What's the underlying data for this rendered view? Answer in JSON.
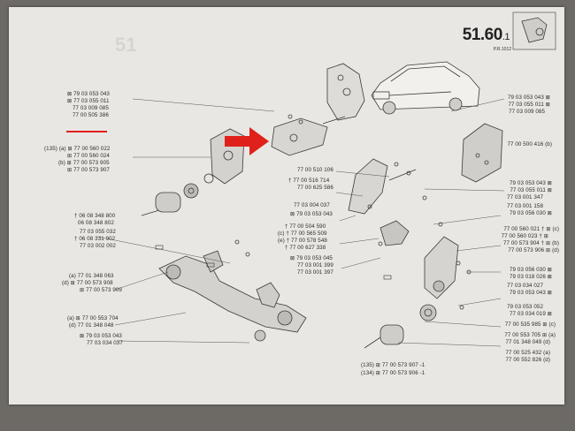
{
  "page": {
    "number_main": "51.60",
    "number_sub": ".1",
    "pr_ref": "P.R.1012"
  },
  "labels_left": [
    {
      "id": "l1",
      "text": "⊠ 79 03 053 043"
    },
    {
      "id": "l2",
      "text": "⊠ 77 03 055 011"
    },
    {
      "id": "l3",
      "text": "77 03 009 085"
    },
    {
      "id": "l4",
      "text": "77 00 505 386"
    },
    {
      "id": "l5",
      "text": "(135) (a) ⊞ 77 00 560 022"
    },
    {
      "id": "l6",
      "text": "⊞ 77 00 560 024"
    },
    {
      "id": "l7",
      "text": "(b) ⊞ 77 00 573 905"
    },
    {
      "id": "l8",
      "text": "⊞ 77 00 573 907"
    },
    {
      "id": "l9",
      "text": "† 06 08 348 800"
    },
    {
      "id": "l10",
      "text": "06 08 348 802"
    },
    {
      "id": "l11",
      "text": "77 03 055 032"
    },
    {
      "id": "l12",
      "text": "† 06 08 331 902"
    },
    {
      "id": "l13",
      "text": "77 03 002 002"
    },
    {
      "id": "l14",
      "text": "(a) 77 01 348 063"
    },
    {
      "id": "l15",
      "text": "(d) ⊞ 77 00 573 908"
    },
    {
      "id": "l16",
      "text": "⊞ 77 00 573 909"
    },
    {
      "id": "l17",
      "text": "(a) ⊞ 77 00 553 704"
    },
    {
      "id": "l18",
      "text": "(d) 77 01 348 048"
    },
    {
      "id": "l19",
      "text": "⊠ 79 03 053 043"
    },
    {
      "id": "l20",
      "text": "77 03 034 037"
    }
  ],
  "labels_center": [
    {
      "id": "c1",
      "text": "77 00 510 106"
    },
    {
      "id": "c2",
      "text": "† 77 00 516 714"
    },
    {
      "id": "c3",
      "text": "77 00 625 586"
    },
    {
      "id": "c4",
      "text": "77 03 004 037"
    },
    {
      "id": "c5",
      "text": "⊠ 79 03 053 043"
    },
    {
      "id": "c6",
      "text": "† 77 00 504 590"
    },
    {
      "id": "c7",
      "text": "(c) † 77 00 565 509"
    },
    {
      "id": "c8",
      "text": "(e) † 77 00 578 548"
    },
    {
      "id": "c9",
      "text": "† 77 00 627 338"
    },
    {
      "id": "c10",
      "text": "⊠ 79 03 053 045"
    },
    {
      "id": "c11",
      "text": "77 03 001 399"
    },
    {
      "id": "c12",
      "text": "77 03 001 397"
    }
  ],
  "labels_right": [
    {
      "id": "r1",
      "text": "79 03 053 043 ⊠"
    },
    {
      "id": "r2",
      "text": "77 03 055 011 ⊠"
    },
    {
      "id": "r3",
      "text": "77 03 009 085"
    },
    {
      "id": "r4",
      "text": "77 00 500 416 (b)"
    },
    {
      "id": "r5",
      "text": "79 03 053 043 ⊠"
    },
    {
      "id": "r6",
      "text": "77 03 055 011 ⊠"
    },
    {
      "id": "r7",
      "text": "77 03 001 347"
    },
    {
      "id": "r8",
      "text": "77 03 001 158"
    },
    {
      "id": "r9",
      "text": "79 03 056 030 ⊠"
    },
    {
      "id": "r10",
      "text": "77 00 560 021 † ⊞ (c)"
    },
    {
      "id": "r11",
      "text": "77 00 560 023 † ⊞"
    },
    {
      "id": "r12",
      "text": "77 00 573 904 † ⊞ (b)"
    },
    {
      "id": "r13",
      "text": "77 00 573 906 ⊞ (d)"
    },
    {
      "id": "r14",
      "text": "79 03 056 030 ⊠"
    },
    {
      "id": "r15",
      "text": "79 03 018 026 ⊠"
    },
    {
      "id": "r16",
      "text": "77 03 034 027"
    },
    {
      "id": "r17",
      "text": "79 03 053 043 ⊠"
    },
    {
      "id": "r18",
      "text": "79 03 053 052"
    },
    {
      "id": "r19",
      "text": "77 03 034 019 ⊠"
    },
    {
      "id": "r20",
      "text": "77 00 535 985 ⊞ (c)"
    },
    {
      "id": "r21",
      "text": "77 00 553 705 ⊞ (a)"
    },
    {
      "id": "r22",
      "text": "77 01 348 049 (d)"
    },
    {
      "id": "r23",
      "text": "77 00 525 432 (a)"
    },
    {
      "id": "r24",
      "text": "77 00 552 826 (d)"
    }
  ],
  "labels_bottom": [
    {
      "id": "b1",
      "text": "(135) ⊞ 77 00 573 907 -1"
    },
    {
      "id": "b2",
      "text": "(134) ⊞ 77 00 573 906 -1"
    }
  ],
  "colors": {
    "arrow": "#e0201a",
    "underline": "#e0201a",
    "paper": "#e9e7e3",
    "ink": "#2d2d2d"
  },
  "icons": [
    "red-arrow-icon",
    "car-illustration-icon",
    "engine-mount-icon",
    "subframe-icon"
  ]
}
